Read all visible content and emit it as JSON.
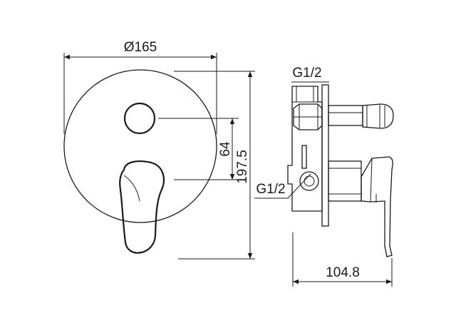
{
  "front_view": {
    "diameter_label": "Ø165",
    "height_label": "197.5",
    "spacing_label": "64"
  },
  "side_view": {
    "top_thread_label": "G1/2",
    "side_thread_label": "G1/2",
    "depth_label": "104.8"
  },
  "colors": {
    "line": "#1a1a1a",
    "background": "#ffffff"
  }
}
